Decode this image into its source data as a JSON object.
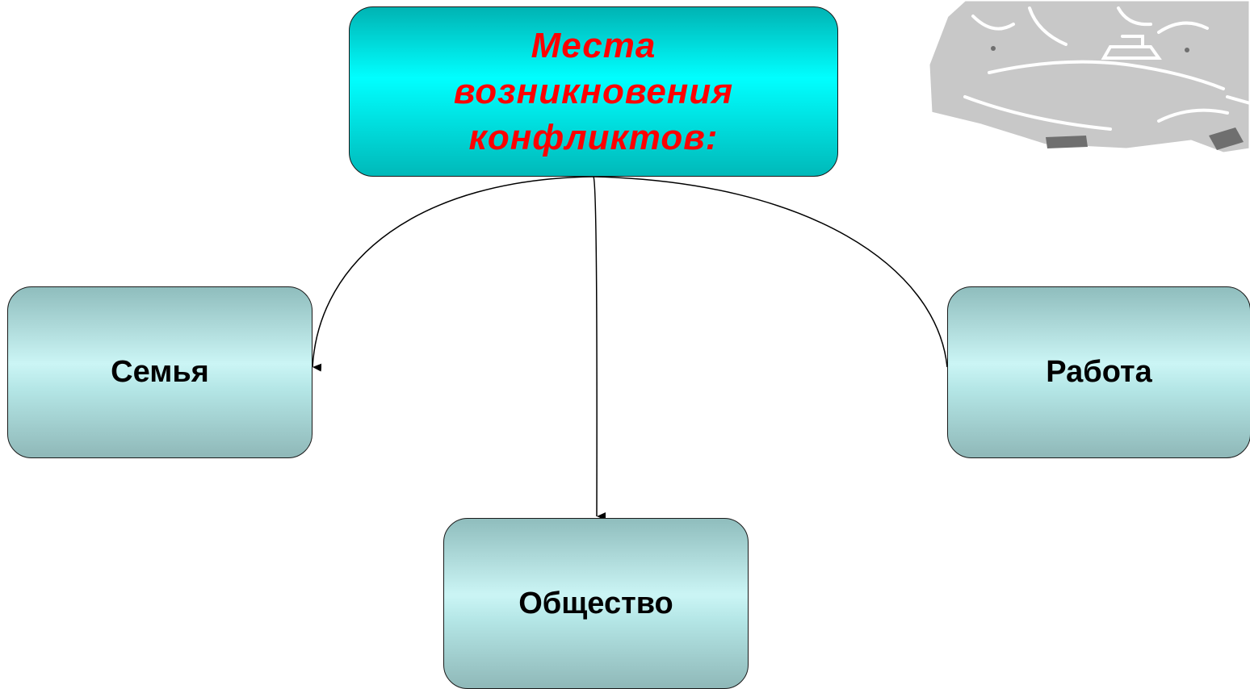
{
  "diagram": {
    "root": {
      "label": "Места возникновения конфликтов:"
    },
    "children": [
      {
        "id": "family",
        "label": "Семья"
      },
      {
        "id": "society",
        "label": "Общество"
      },
      {
        "id": "work",
        "label": "Работа"
      }
    ]
  },
  "decoration": {
    "clipart": "two-figures-with-pot-clipart",
    "icon": "decorative-clipart-icon"
  },
  "colors": {
    "root_box_fill": "#00ffff",
    "root_box_shade": "#00b3b3",
    "root_text": "#ff0000",
    "child_box_fill": "#cbf5f5",
    "child_box_shade": "#8fbdbd",
    "child_text": "#000000",
    "connector": "#000000",
    "clipart_fill": "#c8c8c8"
  }
}
